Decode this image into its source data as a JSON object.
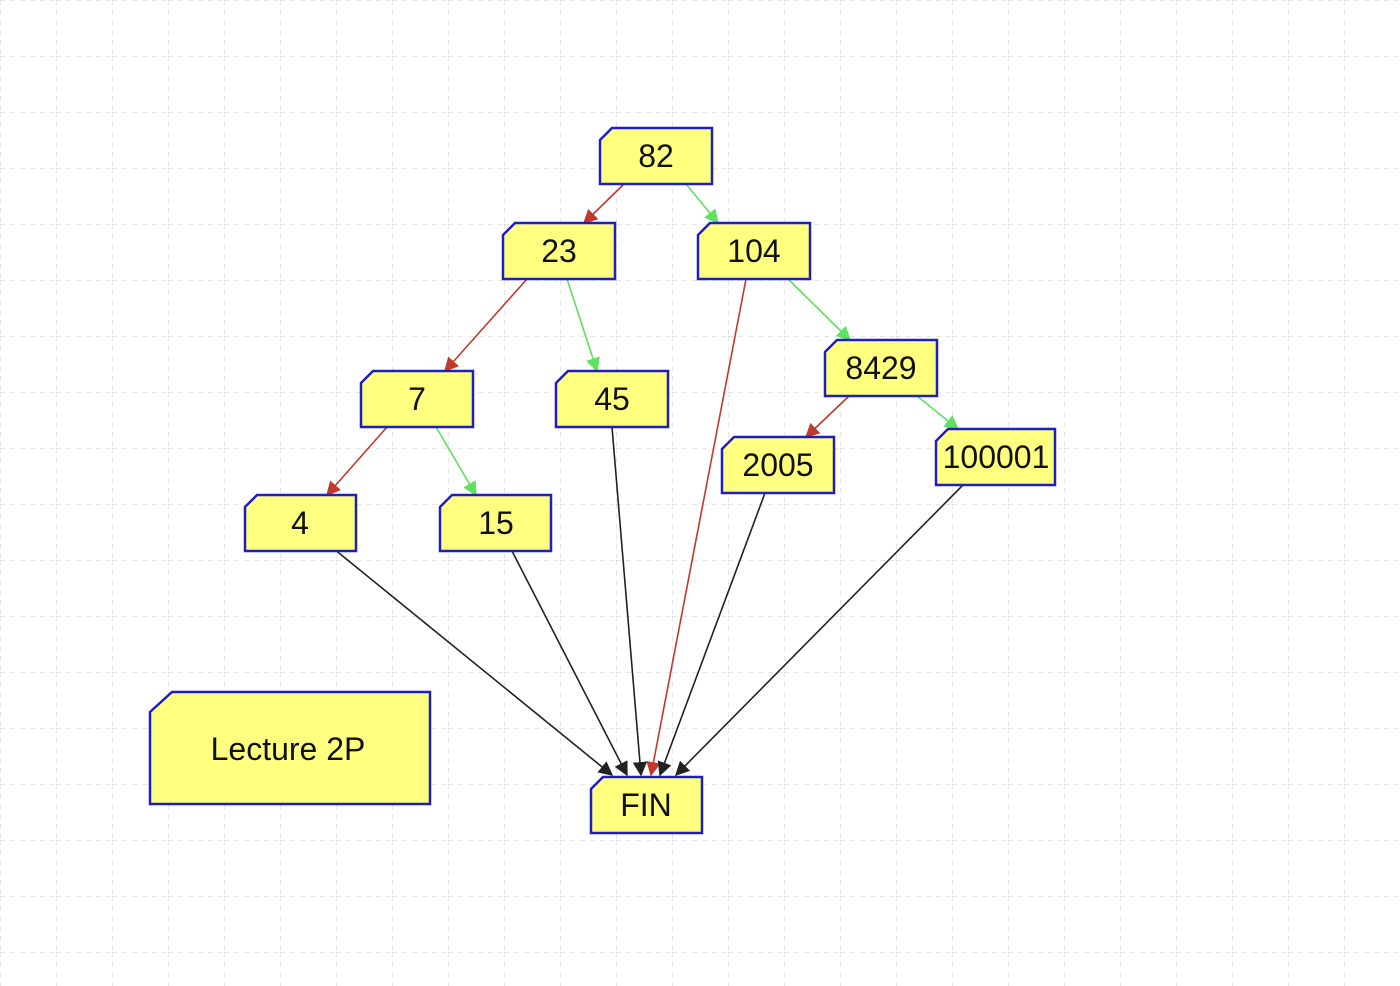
{
  "colors": {
    "node_fill": "#ffff80",
    "node_border": "#1f1fbf",
    "edge_left": "#c0392b",
    "edge_right": "#5fe05f",
    "edge_end": "#222222",
    "grid": "#d9d9d9"
  },
  "nodes": {
    "n82": "82",
    "n23": "23",
    "n104": "104",
    "n7": "7",
    "n45": "45",
    "n8429": "8429",
    "n2005": "2005",
    "n100001": "100001",
    "n4": "4",
    "n15": "15",
    "fin": "FIN"
  },
  "start_label": "Lecture 2P",
  "edges": [
    {
      "from": "n82",
      "to": "n23",
      "kind": "left"
    },
    {
      "from": "n82",
      "to": "n104",
      "kind": "right"
    },
    {
      "from": "n23",
      "to": "n7",
      "kind": "left"
    },
    {
      "from": "n23",
      "to": "n45",
      "kind": "right"
    },
    {
      "from": "n104",
      "to": "fin",
      "kind": "left"
    },
    {
      "from": "n104",
      "to": "n8429",
      "kind": "right"
    },
    {
      "from": "n7",
      "to": "n4",
      "kind": "left"
    },
    {
      "from": "n7",
      "to": "n15",
      "kind": "right"
    },
    {
      "from": "n8429",
      "to": "n2005",
      "kind": "left"
    },
    {
      "from": "n8429",
      "to": "n100001",
      "kind": "right"
    },
    {
      "from": "n4",
      "to": "fin",
      "kind": "end"
    },
    {
      "from": "n15",
      "to": "fin",
      "kind": "end"
    },
    {
      "from": "n45",
      "to": "fin",
      "kind": "end"
    },
    {
      "from": "n2005",
      "to": "fin",
      "kind": "end"
    },
    {
      "from": "n100001",
      "to": "fin",
      "kind": "end"
    }
  ]
}
